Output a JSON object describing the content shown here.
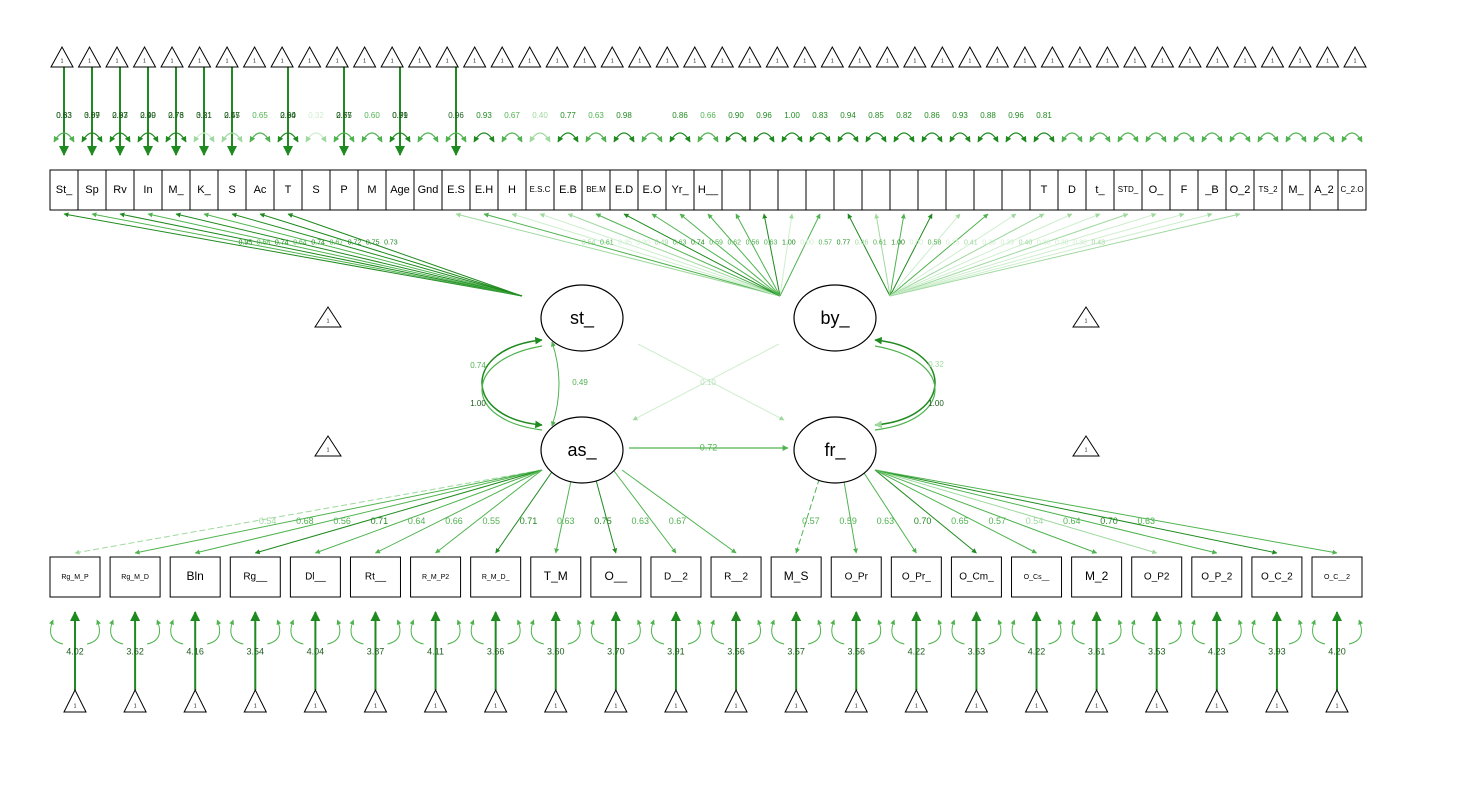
{
  "colors": {
    "strong": "#1f8a1f",
    "mid": "#4fb34f",
    "light": "#9fd99f",
    "pale": "#cfeecf",
    "negative": "#f0a0a0",
    "outline": "#000000"
  },
  "intercept_label": "1",
  "latents": [
    {
      "id": "st",
      "label": "st_"
    },
    {
      "id": "by",
      "label": "by_"
    },
    {
      "id": "as",
      "label": "as_"
    },
    {
      "id": "fr",
      "label": "fr_"
    }
  ],
  "top_indicators": [
    {
      "label": "St_",
      "loading": "0.95",
      "intercept": "0.33",
      "residual": "0.63"
    },
    {
      "label": "Sp",
      "loading": "0.68",
      "intercept": "3.07",
      "residual": "0.89"
    },
    {
      "label": "Rv",
      "loading": "0.74",
      "intercept": "2.93",
      "residual": "0.87"
    },
    {
      "label": "In",
      "loading": "0.64",
      "intercept": "2.49",
      "residual": "0.90"
    },
    {
      "label": "M_",
      "loading": "0.74",
      "intercept": "2.73",
      "residual": "0.76"
    },
    {
      "label": "K_",
      "loading": "0.67",
      "intercept": "3.21",
      "residual": "0.31"
    },
    {
      "label": "S",
      "loading": "0.72",
      "intercept": "2.57",
      "residual": "0.45"
    },
    {
      "label": "Ac",
      "loading": "0.75",
      "intercept": "",
      "residual": "0.65"
    },
    {
      "label": "T",
      "loading": "0.73",
      "intercept": "2.64",
      "residual": "0.90"
    },
    {
      "label": "S",
      "loading": "",
      "intercept": "",
      "residual": "0.32"
    },
    {
      "label": "P",
      "loading": "",
      "intercept": "2.75",
      "residual": "0.67"
    },
    {
      "label": "M",
      "loading": "",
      "intercept": "",
      "residual": "0.60"
    },
    {
      "label": "Age",
      "loading": "",
      "intercept": "0.71",
      "residual": "0.99"
    },
    {
      "label": "Gnd",
      "loading": "",
      "intercept": "",
      "residual": ""
    },
    {
      "label": "E.S",
      "loading": "0.54",
      "intercept": "0.96",
      "residual": ""
    },
    {
      "label": "E.H",
      "loading": "0.61",
      "intercept": "",
      "residual": "0.93"
    },
    {
      "label": "H",
      "loading": "0.35",
      "intercept": "",
      "residual": "0.67"
    },
    {
      "label": "E.S.C",
      "loading": "0.30",
      "intercept": "",
      "residual": "0.40"
    },
    {
      "label": "E.B",
      "loading": "0.49",
      "intercept": "",
      "residual": "0.77"
    },
    {
      "label": "BE.M",
      "loading": "0.63",
      "intercept": "",
      "residual": "0.63"
    },
    {
      "label": "E.D",
      "loading": "0.74",
      "intercept": "",
      "residual": "0.98"
    },
    {
      "label": "E.O",
      "loading": "0.59",
      "intercept": "",
      "residual": ""
    },
    {
      "label": "Yr_",
      "loading": "0.62",
      "intercept": "",
      "residual": "0.86"
    },
    {
      "label": "H__",
      "loading": "0.56",
      "intercept": "",
      "residual": "0.66"
    },
    {
      "label": "",
      "loading": "0.63",
      "intercept": "",
      "residual": "0.90"
    },
    {
      "label": "",
      "loading": "1.00",
      "intercept": "",
      "residual": "0.96"
    },
    {
      "label": "",
      "loading": "0.00",
      "intercept": "",
      "residual": "1.00"
    },
    {
      "label": "",
      "loading": "0.57",
      "intercept": "",
      "residual": "0.83"
    },
    {
      "label": "",
      "loading": "0.77",
      "intercept": "",
      "residual": "0.94"
    },
    {
      "label": "",
      "loading": "0.46",
      "intercept": "",
      "residual": "0.85"
    },
    {
      "label": "",
      "loading": "0.61",
      "intercept": "",
      "residual": "0.82"
    },
    {
      "label": "",
      "loading": "1.00",
      "intercept": "",
      "residual": "0.86"
    },
    {
      "label": "",
      "loading": "0.00",
      "intercept": "",
      "residual": "0.93"
    },
    {
      "label": "",
      "loading": "0.58",
      "intercept": "",
      "residual": "0.88"
    },
    {
      "label": "",
      "loading": "0.15",
      "intercept": "",
      "residual": "0.96"
    },
    {
      "label": "T",
      "loading": "0.41",
      "intercept": "",
      "residual": "0.81"
    },
    {
      "label": "D",
      "loading": "0.38",
      "intercept": "",
      "residual": ""
    },
    {
      "label": "t_",
      "loading": "0.39",
      "intercept": "",
      "residual": ""
    },
    {
      "label": "STD_",
      "loading": "0.40",
      "intercept": "",
      "residual": ""
    },
    {
      "label": "O_",
      "loading": "0.38",
      "intercept": "",
      "residual": ""
    },
    {
      "label": "F",
      "loading": "0.38",
      "intercept": "",
      "residual": ""
    },
    {
      "label": "_B",
      "loading": "0.38",
      "intercept": "",
      "residual": ""
    },
    {
      "label": "O_2",
      "loading": "0.43",
      "intercept": "",
      "residual": ""
    },
    {
      "label": "TS_2",
      "loading": "",
      "intercept": "",
      "residual": ""
    },
    {
      "label": "M_",
      "loading": "",
      "intercept": "",
      "residual": ""
    },
    {
      "label": "A_2",
      "loading": "",
      "intercept": "",
      "residual": ""
    },
    {
      "label": "C_2.O",
      "loading": "",
      "intercept": "",
      "residual": ""
    }
  ],
  "bottom_indicators": [
    {
      "label": "Rg_M_P",
      "latent": "as",
      "loading": "0.54",
      "intercept": "4.02",
      "dashed": true
    },
    {
      "label": "Rg_M_D",
      "latent": "as",
      "loading": "0.68",
      "intercept": "3.62",
      "dashed": false
    },
    {
      "label": "Bln",
      "latent": "as",
      "loading": "0.56",
      "intercept": "4.16",
      "dashed": false
    },
    {
      "label": "Rg__",
      "latent": "as",
      "loading": "0.71",
      "intercept": "3.54",
      "dashed": false
    },
    {
      "label": "Dl__",
      "latent": "as",
      "loading": "0.64",
      "intercept": "4.04",
      "dashed": false
    },
    {
      "label": "Rt__",
      "latent": "as",
      "loading": "0.66",
      "intercept": "3.87",
      "dashed": false
    },
    {
      "label": "R_M_P2",
      "latent": "as",
      "loading": "0.55",
      "intercept": "4.11",
      "dashed": false
    },
    {
      "label": "R_M_D_",
      "latent": "as",
      "loading": "0.71",
      "intercept": "3.66",
      "dashed": false
    },
    {
      "label": "T_M",
      "latent": "as",
      "loading": "0.63",
      "intercept": "3.60",
      "dashed": false
    },
    {
      "label": "O__",
      "latent": "as",
      "loading": "0.75",
      "intercept": "3.70",
      "dashed": false
    },
    {
      "label": "D__2",
      "latent": "as",
      "loading": "0.63",
      "intercept": "3.91",
      "dashed": false
    },
    {
      "label": "R__2",
      "latent": "as",
      "loading": "0.67",
      "intercept": "3.56",
      "dashed": false
    },
    {
      "label": "M_S",
      "latent": "fr",
      "loading": "0.57",
      "intercept": "3.57",
      "dashed": true
    },
    {
      "label": "O_Pr",
      "latent": "fr",
      "loading": "0.59",
      "intercept": "3.56",
      "dashed": false
    },
    {
      "label": "O_Pr_",
      "latent": "fr",
      "loading": "0.63",
      "intercept": "4.22",
      "dashed": false
    },
    {
      "label": "O_Cm_",
      "latent": "fr",
      "loading": "0.70",
      "intercept": "3.63",
      "dashed": false
    },
    {
      "label": "O_Cs__",
      "latent": "fr",
      "loading": "0.65",
      "intercept": "4.22",
      "dashed": false
    },
    {
      "label": "M_2",
      "latent": "fr",
      "loading": "0.57",
      "intercept": "3.61",
      "dashed": false
    },
    {
      "label": "O_P2",
      "latent": "fr",
      "loading": "0.54",
      "intercept": "3.53",
      "dashed": false
    },
    {
      "label": "O_P_2",
      "latent": "fr",
      "loading": "0.64",
      "intercept": "4.23",
      "dashed": false
    },
    {
      "label": "O_C_2",
      "latent": "fr",
      "loading": "0.70",
      "intercept": "3.93",
      "dashed": false
    },
    {
      "label": "O_C__2",
      "latent": "fr",
      "loading": "0.63",
      "intercept": "4.20",
      "dashed": false
    }
  ],
  "structural": {
    "as_to_fr": "0.72",
    "cross": "0.10",
    "st_as_cov": "0.49",
    "st_self": "0.74",
    "as_self": "1.00",
    "by_self": "0.32",
    "fr_self": "1.00"
  }
}
